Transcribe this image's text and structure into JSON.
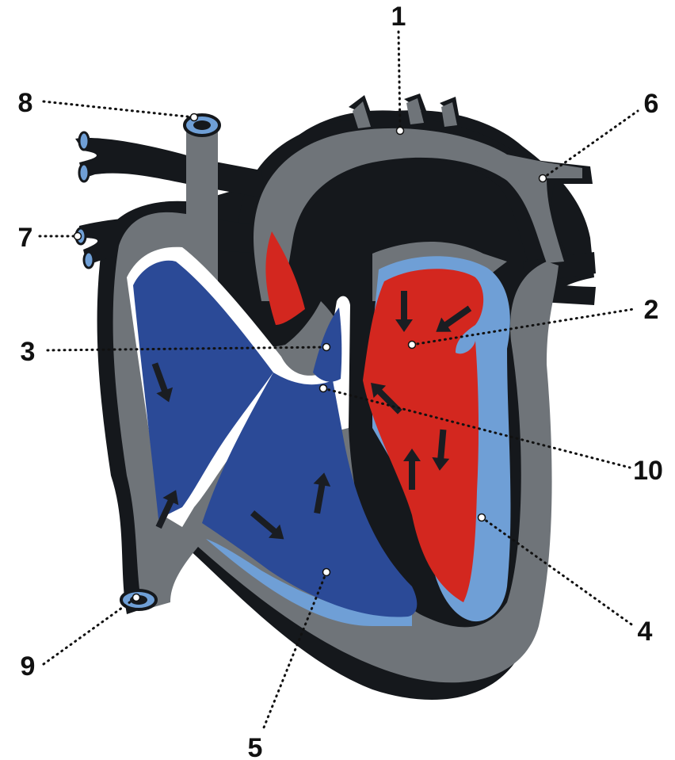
{
  "labels": [
    "1",
    "2",
    "3",
    "4",
    "5",
    "6",
    "7",
    "8",
    "9",
    "10"
  ],
  "colors": {
    "outline": "#15181c",
    "wall": "#6f7479",
    "deoxygenated": "#2b4a97",
    "oxygenated": "#d3271f",
    "lining": "#6f9fd6",
    "vessel_end": "#6f9fd6",
    "background": "#ffffff"
  }
}
